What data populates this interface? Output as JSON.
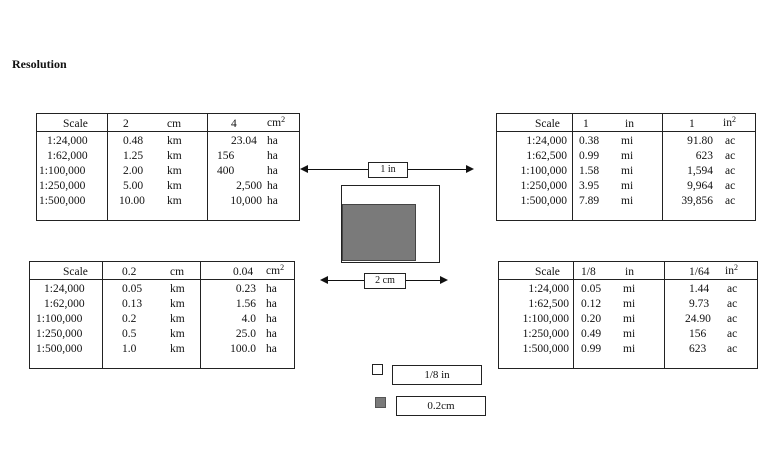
{
  "heading": "Resolution",
  "tables": {
    "tl": {
      "header": {
        "scale": "Scale",
        "len": "2",
        "len_unit": "cm",
        "area": "4",
        "area_unit": "cm",
        "area_exp": "2"
      },
      "rows": [
        {
          "scale": "1:24,000",
          "len": "0.48",
          "len_unit": "km",
          "area": "23.04",
          "area_unit": "ha"
        },
        {
          "scale": "1:62,000",
          "len": "1.25",
          "len_unit": "km",
          "area": "156",
          "area_unit": "ha"
        },
        {
          "scale": "1:100,000",
          "len": "2.00",
          "len_unit": "km",
          "area": "400",
          "area_unit": "ha"
        },
        {
          "scale": "1:250,000",
          "len": "5.00",
          "len_unit": "km",
          "area": "2,500",
          "area_unit": "ha"
        },
        {
          "scale": "1:500,000",
          "len": "10.00",
          "len_unit": "km",
          "area": "10,000",
          "area_unit": "ha"
        }
      ]
    },
    "tr": {
      "header": {
        "scale": "Scale",
        "len": "1",
        "len_unit": "in",
        "area": "1",
        "area_unit": "in",
        "area_exp": "2"
      },
      "rows": [
        {
          "scale": "1:24,000",
          "len": "0.38",
          "len_unit": "mi",
          "area": "91.80",
          "area_unit": "ac"
        },
        {
          "scale": "1:62,500",
          "len": "0.99",
          "len_unit": "mi",
          "area": "623",
          "area_unit": "ac"
        },
        {
          "scale": "1:100,000",
          "len": "1.58",
          "len_unit": "mi",
          "area": "1,594",
          "area_unit": "ac"
        },
        {
          "scale": "1:250,000",
          "len": "3.95",
          "len_unit": "mi",
          "area": "9,964",
          "area_unit": "ac"
        },
        {
          "scale": "1:500,000",
          "len": "7.89",
          "len_unit": "mi",
          "area": "39,856",
          "area_unit": "ac"
        }
      ]
    },
    "bl": {
      "header": {
        "scale": "Scale",
        "len": "0.2",
        "len_unit": "cm",
        "area": "0.04",
        "area_unit": "cm",
        "area_exp": "2"
      },
      "rows": [
        {
          "scale": "1:24,000",
          "len": "0.05",
          "len_unit": "km",
          "area": "0.23",
          "area_unit": "ha"
        },
        {
          "scale": "1:62,000",
          "len": "0.13",
          "len_unit": "km",
          "area": "1.56",
          "area_unit": "ha"
        },
        {
          "scale": "1:100,000",
          "len": "0.2",
          "len_unit": "km",
          "area": "4.0",
          "area_unit": "ha"
        },
        {
          "scale": "1:250,000",
          "len": "0.5",
          "len_unit": "km",
          "area": "25.0",
          "area_unit": "ha"
        },
        {
          "scale": "1:500,000",
          "len": "1.0",
          "len_unit": "km",
          "area": "100.0",
          "area_unit": "ha"
        }
      ]
    },
    "br": {
      "header": {
        "scale": "Scale",
        "len": "1/8",
        "len_unit": "in",
        "area": "1/64",
        "area_unit": "in",
        "area_exp": "2"
      },
      "rows": [
        {
          "scale": "1:24,000",
          "len": "0.05",
          "len_unit": "mi",
          "area": "1.44",
          "area_unit": "ac"
        },
        {
          "scale": "1:62,500",
          "len": "0.12",
          "len_unit": "mi",
          "area": "9.73",
          "area_unit": "ac"
        },
        {
          "scale": "1:100,000",
          "len": "0.20",
          "len_unit": "mi",
          "area": "24.90",
          "area_unit": "ac"
        },
        {
          "scale": "1:250,000",
          "len": "0.49",
          "len_unit": "mi",
          "area": "156",
          "area_unit": "ac"
        },
        {
          "scale": "1:500,000",
          "len": "0.99",
          "len_unit": "mi",
          "area": "623",
          "area_unit": "ac"
        }
      ]
    }
  },
  "diagram": {
    "inch_label": "1 in",
    "cm_label": "2 cm",
    "fill_color": "#7a7a7a"
  },
  "legend": {
    "small_inch_label": "1/8 in",
    "small_cm_label": "0.2cm"
  }
}
